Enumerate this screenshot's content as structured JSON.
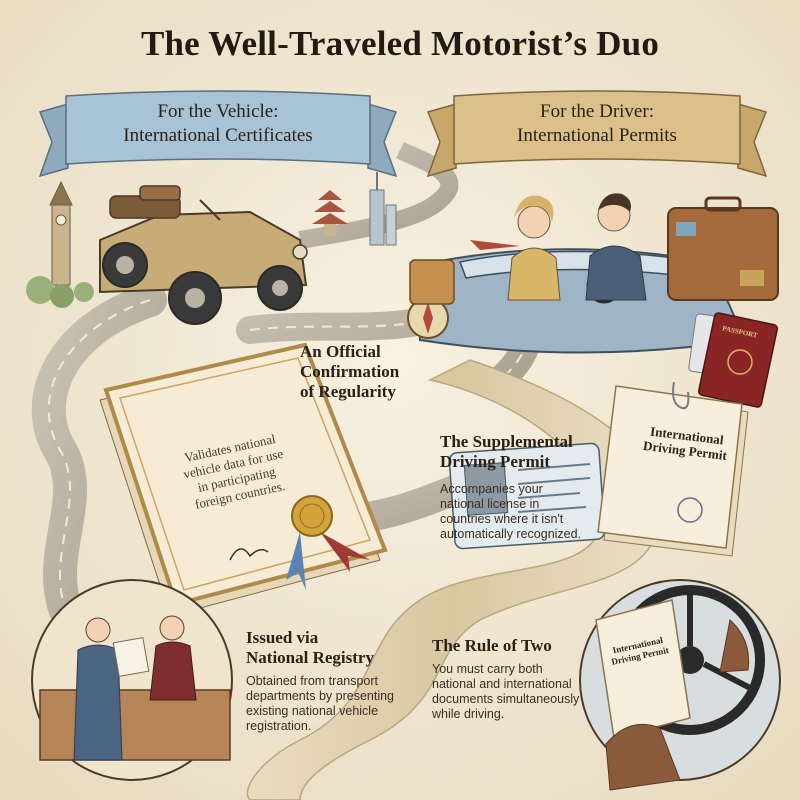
{
  "title": "The Well-Traveled Motorist’s Duo",
  "banner_left": {
    "line1": "For the Vehicle:",
    "line2": "International Certificates"
  },
  "banner_right": {
    "line1": "For the Driver:",
    "line2": "International Permits"
  },
  "section_confirmation": {
    "heading_lines": [
      "An Official",
      "Confirmation",
      "of Regularity"
    ]
  },
  "certificate": {
    "body_lines": [
      "Validates national",
      "vehicle data for use",
      "in participating",
      "foreign countries."
    ]
  },
  "section_permit": {
    "heading_lines": [
      "The Supplemental",
      "Driving Permit"
    ],
    "body_lines": [
      "Accompanies your",
      "national license in",
      "countries where it isn't",
      "automatically recognized."
    ]
  },
  "permit_booklet": {
    "title_lines": [
      "International",
      "Driving Permit"
    ]
  },
  "passport": {
    "label": "PASSPORT"
  },
  "section_registry": {
    "heading_lines": [
      "Issued via",
      "National Registry"
    ],
    "body_lines": [
      "Obtained from transport",
      "departments by presenting",
      "existing national vehicle",
      "registration."
    ]
  },
  "section_rule": {
    "heading": "The Rule of Two",
    "body_lines": [
      "You must carry both",
      "national and international",
      "documents simultaneously",
      "while driving."
    ]
  },
  "hand_document": {
    "title_lines": [
      "International",
      "Driving Permit"
    ]
  },
  "colors": {
    "background": "#f3ead6",
    "banner_left": "#a9c3d6",
    "banner_right": "#dcc08a",
    "road": "#bfb8a8",
    "ink": "#2b2118"
  }
}
